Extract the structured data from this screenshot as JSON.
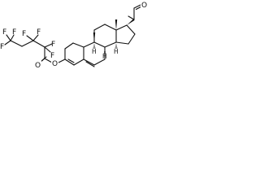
{
  "atoms": {
    "fluorine": "F",
    "oxygen": "O",
    "hydrogen": "H"
  }
}
